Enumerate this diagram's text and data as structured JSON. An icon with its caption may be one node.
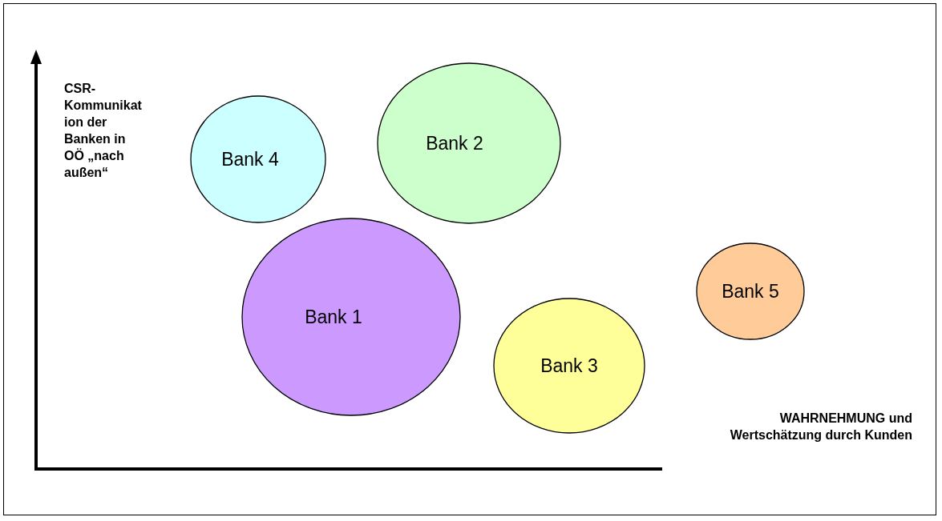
{
  "diagram": {
    "nodes": [
      {
        "text": [
          "Bank 4"
        ]
      },
      {
        "text": [
          "Bank 2"
        ]
      },
      {
        "text": [
          "Bank 1"
        ]
      },
      {
        "text": [
          "Bank 5"
        ]
      },
      {
        "text": [
          "Bank 3"
        ]
      }
    ],
    "labels": [
      "CSR-Kommunikation der Banken in OÖ „nach außen“",
      "WAHRNEHMUNG und Wertschätzung durch Kunden"
    ]
  }
}
